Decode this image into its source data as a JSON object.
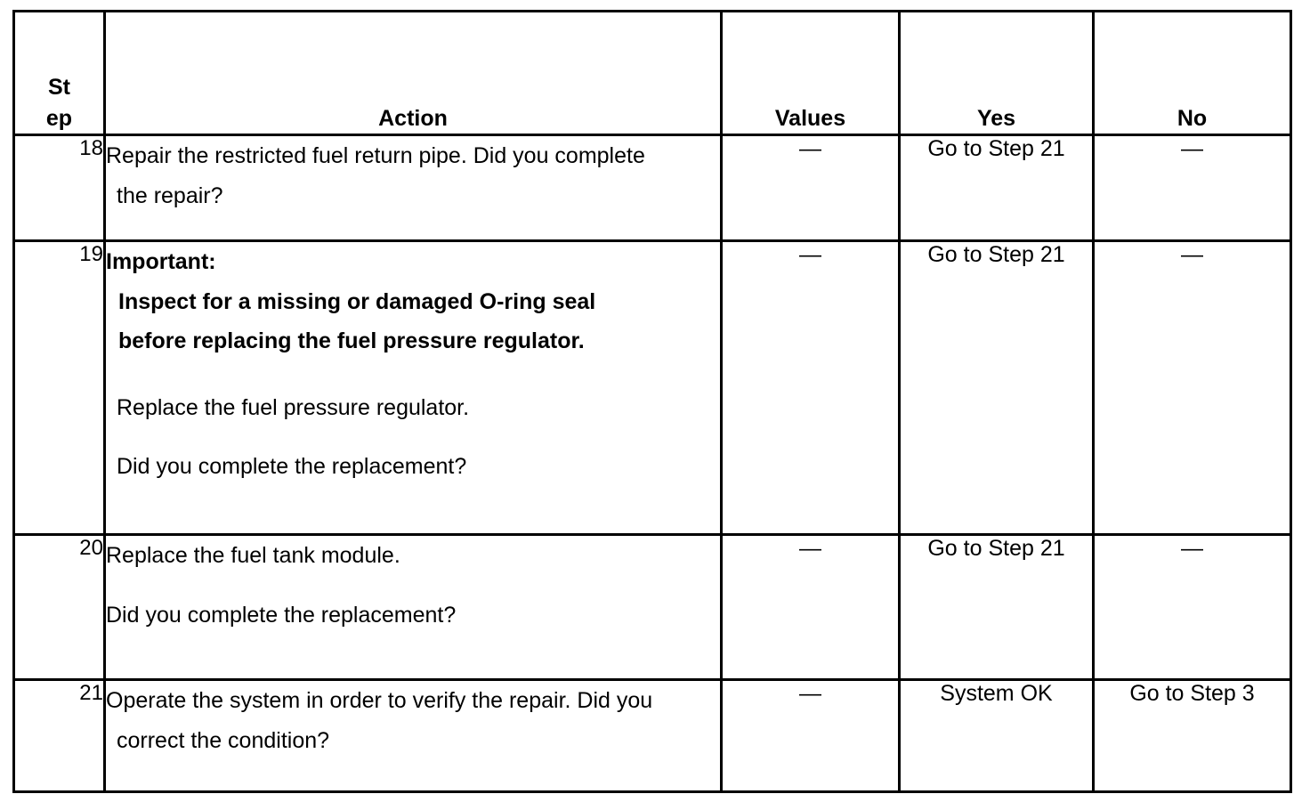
{
  "table": {
    "headers": {
      "step_line1": "St",
      "step_line2": "ep",
      "action": "Action",
      "values": "Values",
      "yes": "Yes",
      "no": "No"
    },
    "rows": [
      {
        "step": "18",
        "action_lines": [
          "Repair the restricted fuel return pipe. Did you complete",
          "the repair?"
        ],
        "values": "—",
        "yes": "Go to Step 21",
        "no": "—"
      },
      {
        "step": "19",
        "important_label": "Important:",
        "important_lines": [
          "Inspect for a missing or damaged O-ring seal",
          "before replacing the fuel pressure regulator."
        ],
        "action_lines": [
          "Replace the fuel pressure regulator.",
          "Did you complete the replacement?"
        ],
        "values": "—",
        "yes": "Go to Step 21",
        "no": "—"
      },
      {
        "step": "20",
        "action_lines": [
          "Replace the fuel tank module.",
          "Did you complete the replacement?"
        ],
        "values": "—",
        "yes": "Go to Step 21",
        "no": "—"
      },
      {
        "step": "21",
        "action_lines": [
          "Operate the system in order to verify the repair. Did you",
          "correct the condition?"
        ],
        "values": "—",
        "yes": "System OK",
        "no": "Go to Step 3"
      }
    ]
  },
  "colors": {
    "border": "#000000",
    "text": "#000000",
    "background": "#ffffff"
  }
}
